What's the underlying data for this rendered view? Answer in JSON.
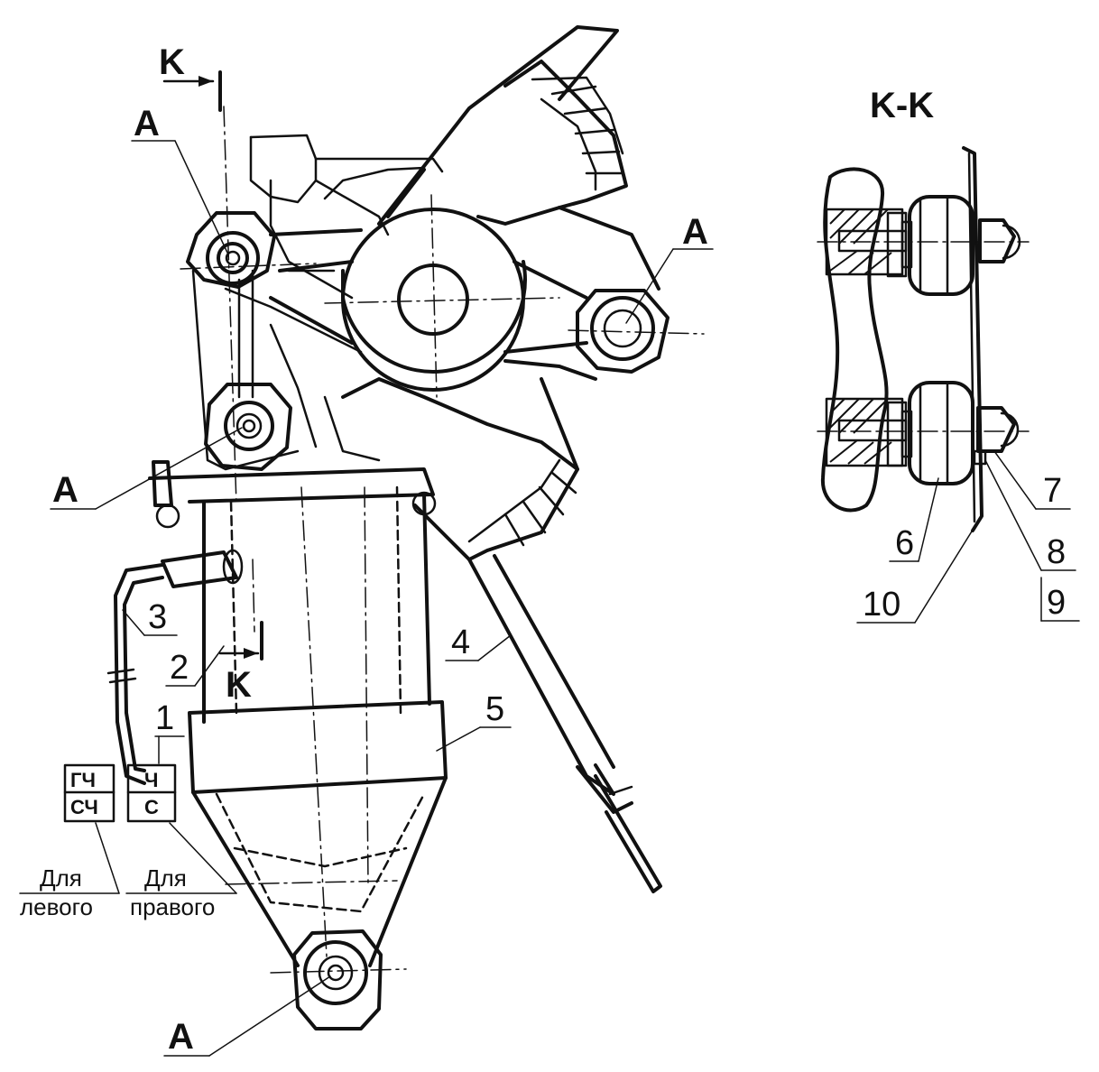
{
  "section": {
    "marker": "K",
    "title": "K-K"
  },
  "callouts": {
    "a_top_left": "A",
    "a_right": "A",
    "a_middle_left": "A",
    "a_bottom": "A",
    "n1": "1",
    "n2": "2",
    "n3": "3",
    "n4": "4",
    "n5": "5",
    "n6": "6",
    "n7": "7",
    "n8": "8",
    "n9": "9",
    "n10": "10"
  },
  "terminals": {
    "left_box_top": "ГЧ",
    "left_box_bottom": "СЧ",
    "right_box_top": "Ч",
    "right_box_bottom": "С"
  },
  "captions": {
    "left_line1": "Для",
    "left_line2": "левого",
    "right_line1": "Для",
    "right_line2": "правого"
  }
}
